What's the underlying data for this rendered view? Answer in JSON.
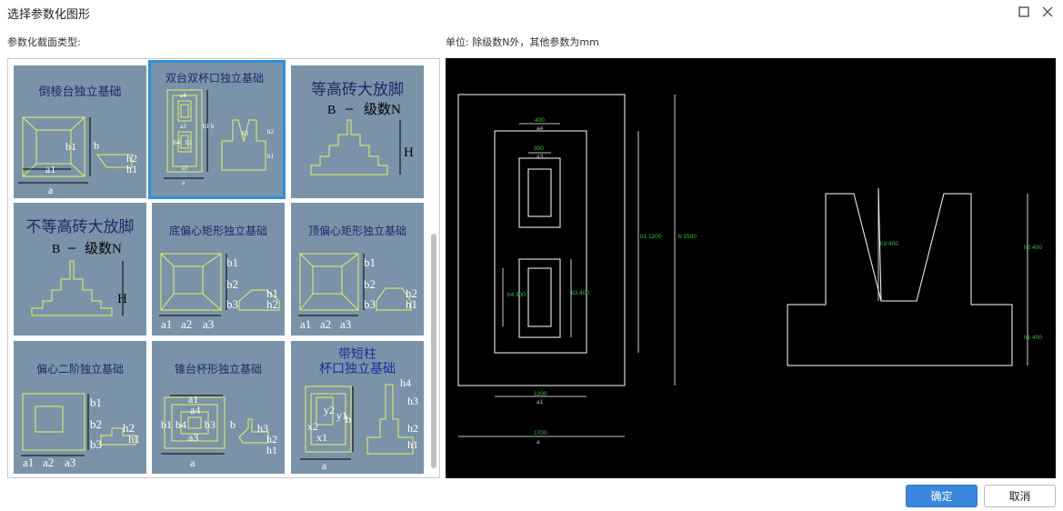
{
  "window": {
    "title": "选择参数化图形",
    "maximize_icon": "maximize-icon",
    "close_icon": "close-icon"
  },
  "left_label": "参数化截面类型:",
  "right_label": "单位:  除级数N外，其他参数为mm",
  "thumbnails": [
    {
      "title": "倒棱台独立基础",
      "labels": [
        "b1",
        "a1",
        "a",
        "b",
        "h2",
        "h1"
      ]
    },
    {
      "title": "双台双杯口独立基础",
      "labels": [
        "a4",
        "a3",
        "b4",
        "b3",
        "b1",
        "b",
        "a1",
        "a",
        "h3",
        "h2",
        "h1"
      ]
    },
    {
      "title": "等高砖大放脚",
      "labels": [
        "B",
        "级数N",
        "H"
      ]
    },
    {
      "title": "不等高砖大放脚",
      "labels": [
        "B",
        "级数N",
        "H"
      ]
    },
    {
      "title": "底偏心矩形独立基础",
      "labels": [
        "b1",
        "b2",
        "b3",
        "a1",
        "a2",
        "a3",
        "h1",
        "h2"
      ]
    },
    {
      "title": "顶偏心矩形独立基础",
      "labels": [
        "b1",
        "b2",
        "b3",
        "a1",
        "a2",
        "a3",
        "h2",
        "h1"
      ]
    },
    {
      "title": "偏心二阶独立基础",
      "labels": [
        "b1",
        "b2",
        "b3",
        "a1",
        "a2",
        "a3",
        "h2",
        "h1"
      ]
    },
    {
      "title": "锥台杯形独立基础",
      "labels": [
        "a1",
        "a4",
        "b1",
        "b4",
        "b3",
        "a3",
        "a",
        "b",
        "h3",
        "h2",
        "h1"
      ]
    },
    {
      "title_line1": "带短柱",
      "title_line2": "杯口独立基础",
      "labels": [
        "x2",
        "x1",
        "y2",
        "y1",
        "b",
        "a",
        "h4",
        "h3",
        "h2",
        "h1"
      ]
    }
  ],
  "preview_dims": {
    "a4": "400",
    "a4_name": "a4",
    "a3": "300",
    "a3_name": "a3",
    "b1": "b1 1200",
    "b": "b 1500",
    "b4": "b4 300",
    "b3": "b3 400",
    "a1": "1200",
    "a1_name": "a1",
    "a": "1700",
    "a_name": "a",
    "h3": "h3 400",
    "h2": "h2 400",
    "h1": "h1 400"
  },
  "buttons": {
    "ok": "确定",
    "cancel": "取消"
  }
}
